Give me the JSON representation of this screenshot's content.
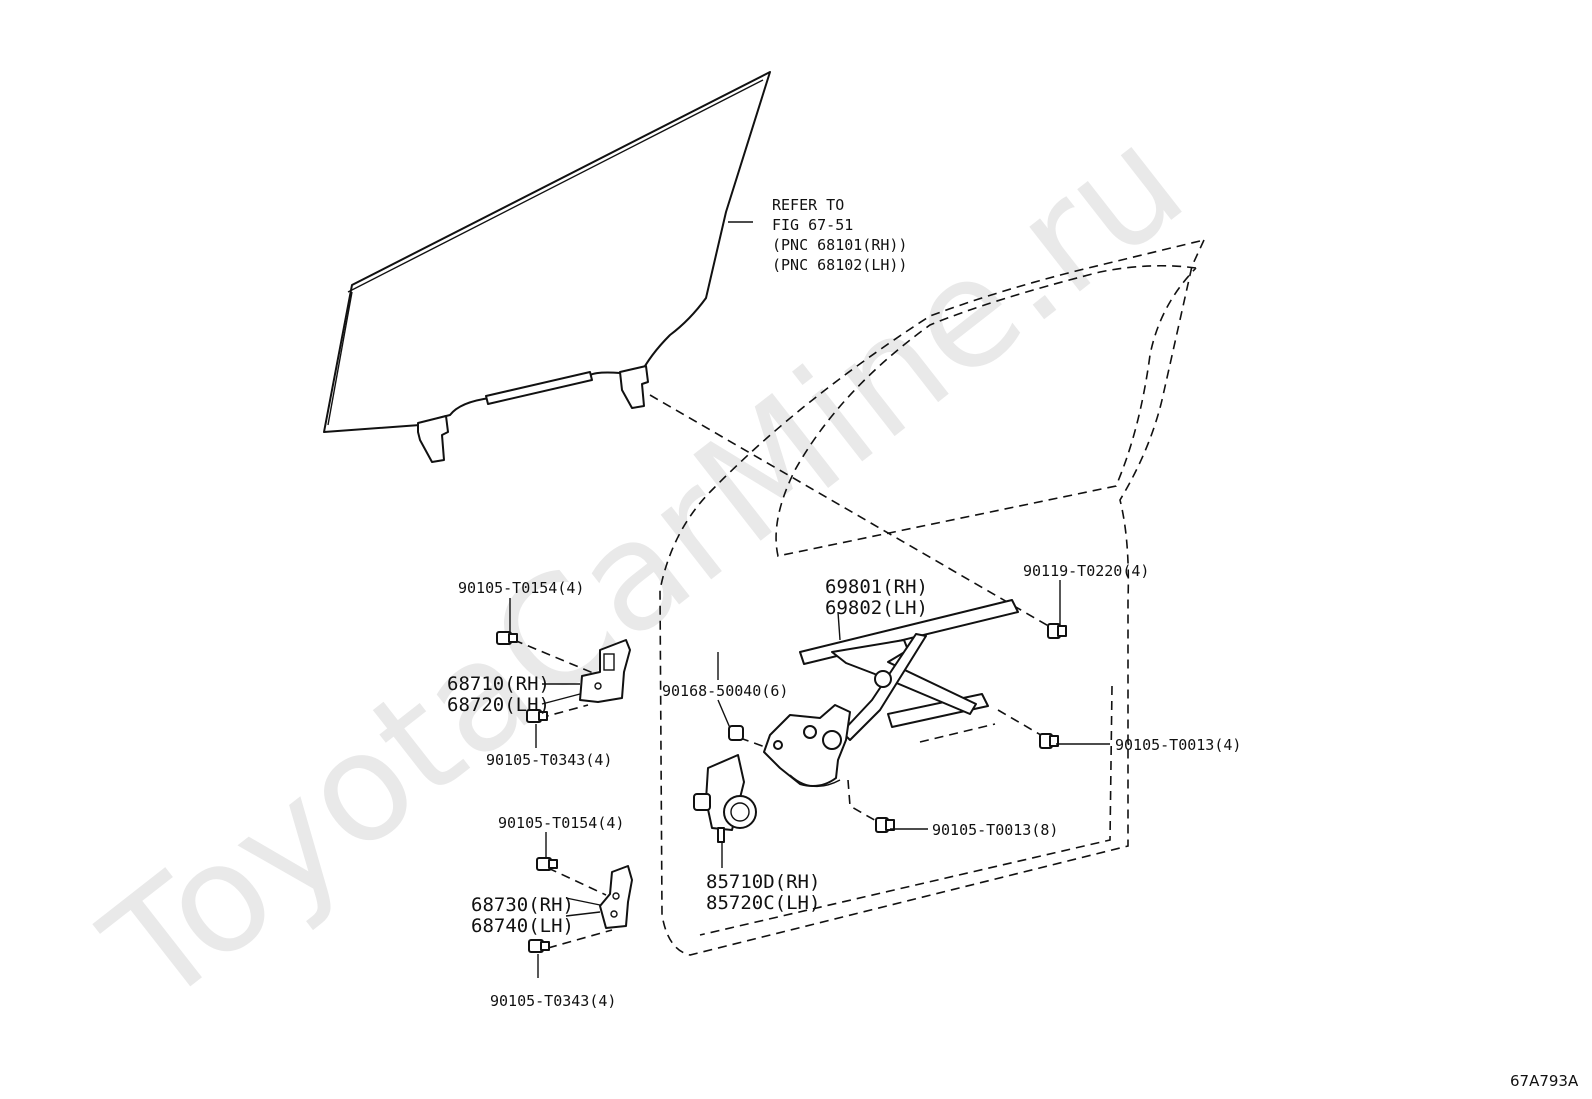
{
  "watermark": "ToyotaCarMine.ru",
  "figure_code": "67A793A",
  "refer_note": {
    "line1": "REFER TO",
    "line2": "FIG 67-51",
    "line3": "(PNC 68101(RH))",
    "line4": "(PNC 68102(LH))"
  },
  "parts": {
    "regulator": {
      "rh": "69801(RH)",
      "lh": "69802(LH)"
    },
    "bolt_90119": "90119-T0220(4)",
    "upper_hinge": {
      "rh": "68710(RH)",
      "lh": "68720(LH)"
    },
    "upper_hinge_bolt_top": "90105-T0154(4)",
    "upper_hinge_bolt_bottom": "90105-T0343(4)",
    "nut_90168": "90168-50040(6)",
    "bolt_lower_rail": "90105-T0013(4)",
    "bolt_gear": "90105-T0013(8)",
    "motor": {
      "rh": "85710D(RH)",
      "lh": "85720C(LH)"
    },
    "lower_hinge_bolt_top": "90105-T0154(4)",
    "lower_hinge": {
      "rh": "68730(RH)",
      "lh": "68740(LH)"
    },
    "lower_hinge_bolt_bottom": "90105-T0343(4)"
  }
}
